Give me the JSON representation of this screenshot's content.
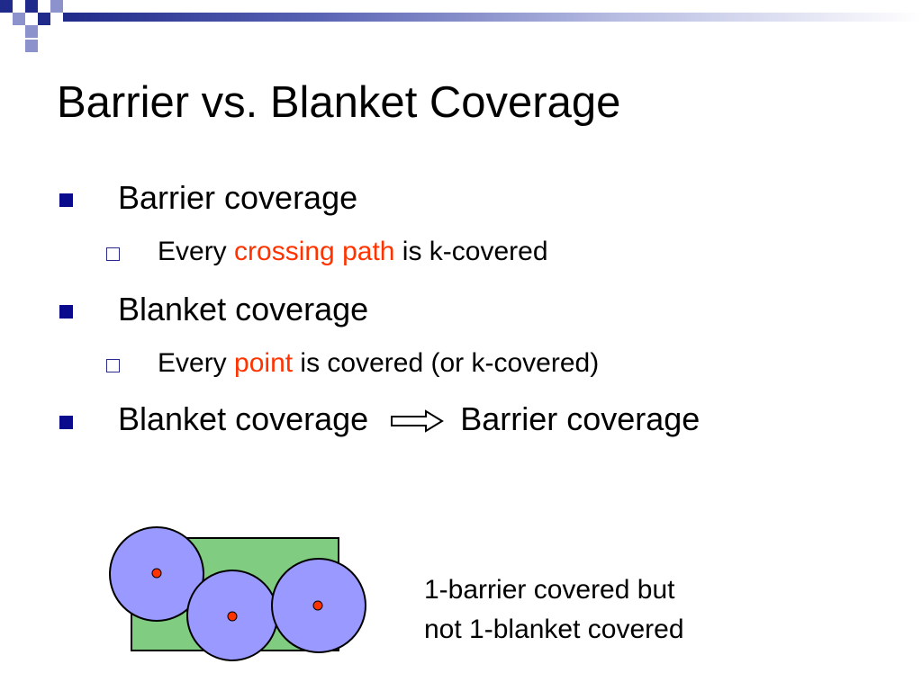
{
  "slide": {
    "title": "Barrier vs. Blanket Coverage",
    "bullets": [
      {
        "text": "Barrier coverage"
      },
      {
        "sub_before": "Every ",
        "sub_highlight": "crossing path",
        "sub_after": " is k-covered"
      },
      {
        "text": "Blanket coverage"
      },
      {
        "sub_before": "Every ",
        "sub_highlight": "point",
        "sub_after": " is covered (or k-covered)"
      },
      {
        "left": "Blanket coverage",
        "right": "Barrier coverage"
      }
    ],
    "caption_line1": "1-barrier covered but",
    "caption_line2": "not 1-blanket covered"
  },
  "colors": {
    "highlight": "#ff3300",
    "region_fill": "#80cc80",
    "circle_fill": "#9999ff",
    "sensor_dot": "#ff3300",
    "bullet_marker": "#0a0a8c"
  },
  "icons": {
    "level1_marker": "filled-square-icon",
    "level2_marker": "hollow-square-icon",
    "implication": "double-arrow-right-icon"
  }
}
